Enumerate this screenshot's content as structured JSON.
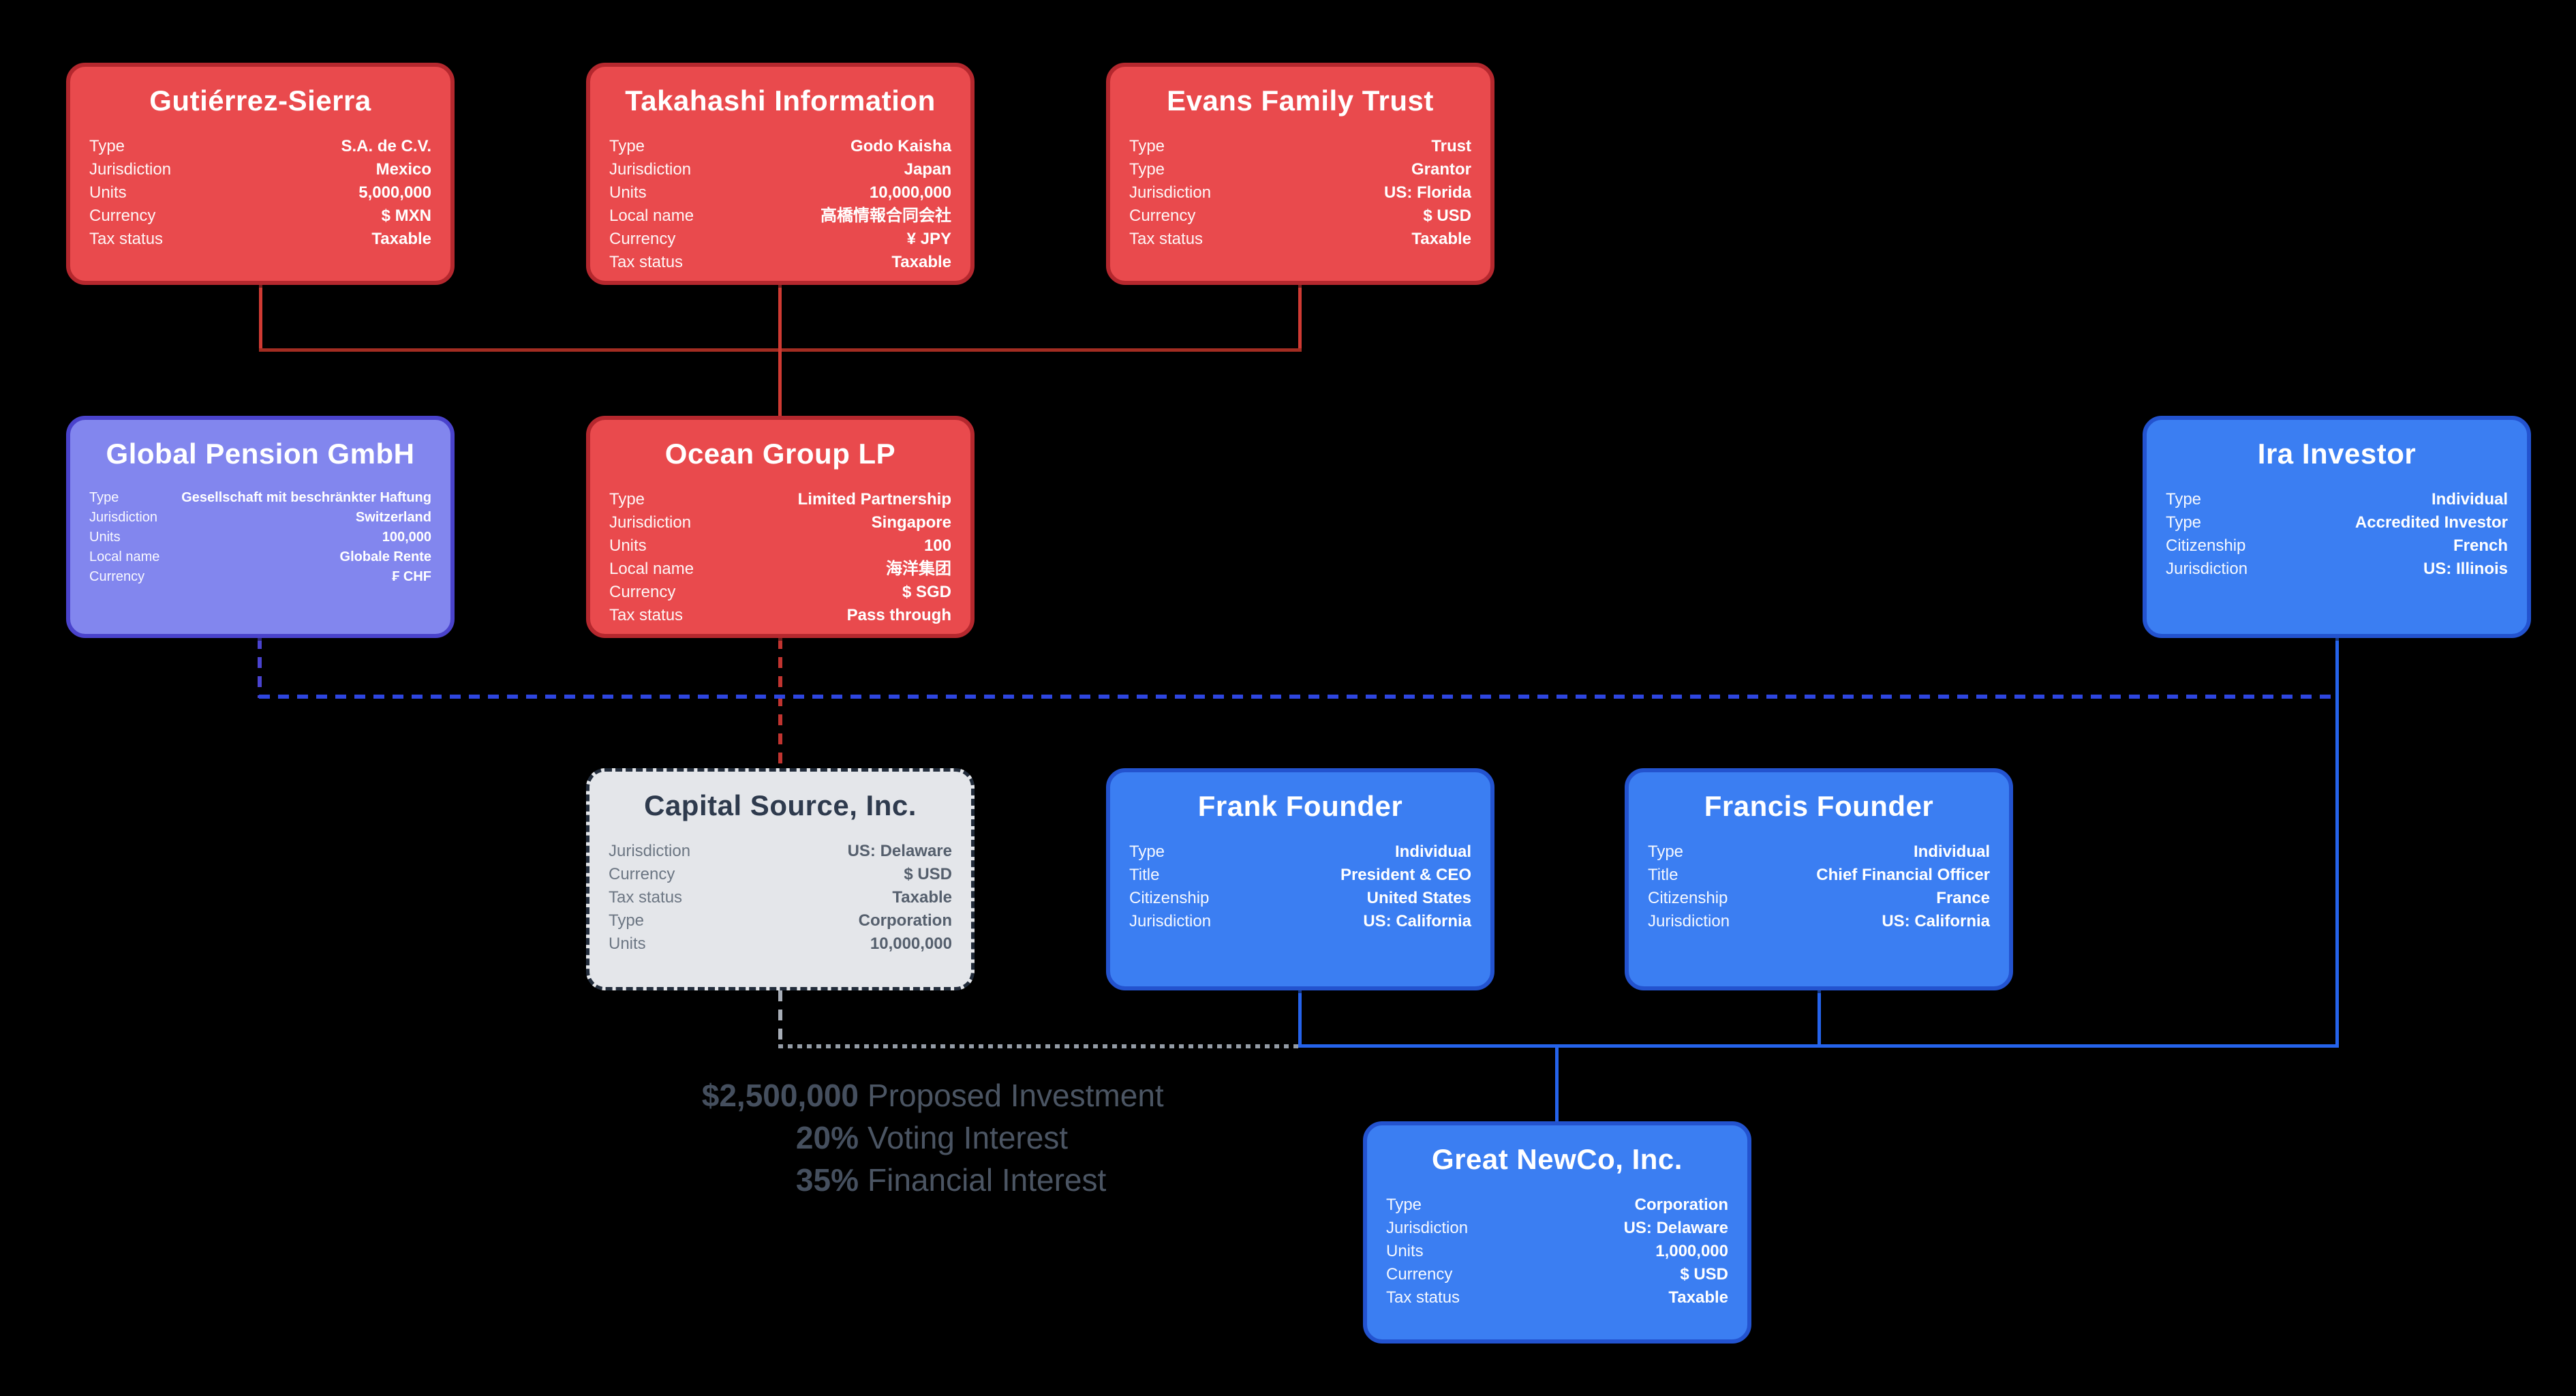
{
  "palette": {
    "background": "#000000",
    "card_red_fill": "#e94a4d",
    "card_red_border": "#b5282e",
    "card_blue_fill": "#3b7ef2",
    "card_blue_border": "#2353cf",
    "card_purple_fill": "#8286ee",
    "card_purple_border": "#4a43cc",
    "card_gray_fill": "#e4e6ea",
    "card_gray_border": "#222c3b",
    "line_red_solid": "#cf3a33",
    "line_red_dark": "#a32d22",
    "line_red_dashed": "#c13430",
    "line_indigo_dashed": "#4a43cf",
    "line_blue_dashed": "#2e46e0",
    "line_blue_solid": "#2563eb",
    "line_gray_dashed": "#a7adb6",
    "line_gray_dotted": "#949ca6",
    "annotation_text": "#475060"
  },
  "cards": {
    "gutierrez": {
      "title": "Gutiérrez-Sierra",
      "rows": [
        {
          "label": "Type",
          "value": "S.A. de C.V."
        },
        {
          "label": "Jurisdiction",
          "value": "Mexico"
        },
        {
          "label": "Units",
          "value": "5,000,000"
        },
        {
          "label": "Currency",
          "value": "$ MXN"
        },
        {
          "label": "Tax status",
          "value": "Taxable"
        }
      ]
    },
    "takahashi": {
      "title": "Takahashi Information",
      "rows": [
        {
          "label": "Type",
          "value": "Godo Kaisha"
        },
        {
          "label": "Jurisdiction",
          "value": "Japan"
        },
        {
          "label": "Units",
          "value": "10,000,000"
        },
        {
          "label": "Local name",
          "value": "高橋情報合同会社"
        },
        {
          "label": "Currency",
          "value": "¥ JPY"
        },
        {
          "label": "Tax status",
          "value": "Taxable"
        }
      ]
    },
    "evans": {
      "title": "Evans Family Trust",
      "rows": [
        {
          "label": "Type",
          "value": "Trust"
        },
        {
          "label": "Type",
          "value": "Grantor"
        },
        {
          "label": "Jurisdiction",
          "value": "US: Florida"
        },
        {
          "label": "Currency",
          "value": "$ USD"
        },
        {
          "label": "Tax status",
          "value": "Taxable"
        }
      ]
    },
    "global_pension": {
      "title": "Global Pension GmbH",
      "rows": [
        {
          "label": "Type",
          "value": "Gesellschaft mit beschränkter Haftung"
        },
        {
          "label": "Jurisdiction",
          "value": "Switzerland"
        },
        {
          "label": "Units",
          "value": "100,000"
        },
        {
          "label": "Local name",
          "value": "Globale Rente"
        },
        {
          "label": "Currency",
          "value": "₣ CHF"
        }
      ]
    },
    "ocean": {
      "title": "Ocean Group LP",
      "rows": [
        {
          "label": "Type",
          "value": "Limited Partnership"
        },
        {
          "label": "Jurisdiction",
          "value": "Singapore"
        },
        {
          "label": "Units",
          "value": "100"
        },
        {
          "label": "Local name",
          "value": "海洋集团"
        },
        {
          "label": "Currency",
          "value": "$ SGD"
        },
        {
          "label": "Tax status",
          "value": "Pass through"
        }
      ]
    },
    "ira": {
      "title": "Ira Investor",
      "rows": [
        {
          "label": "Type",
          "value": "Individual"
        },
        {
          "label": "Type",
          "value": "Accredited Investor"
        },
        {
          "label": "Citizenship",
          "value": "French"
        },
        {
          "label": "Jurisdiction",
          "value": "US: Illinois"
        }
      ]
    },
    "capital_source": {
      "title": "Capital Source, Inc.",
      "rows": [
        {
          "label": "Jurisdiction",
          "value": "US: Delaware"
        },
        {
          "label": "Currency",
          "value": "$ USD"
        },
        {
          "label": "Tax status",
          "value": "Taxable"
        },
        {
          "label": "Type",
          "value": "Corporation"
        },
        {
          "label": "Units",
          "value": "10,000,000"
        }
      ]
    },
    "frank": {
      "title": "Frank Founder",
      "rows": [
        {
          "label": "Type",
          "value": "Individual"
        },
        {
          "label": "Title",
          "value": "President & CEO"
        },
        {
          "label": "Citizenship",
          "value": "United States"
        },
        {
          "label": "Jurisdiction",
          "value": "US: California"
        }
      ]
    },
    "francis": {
      "title": "Francis Founder",
      "rows": [
        {
          "label": "Type",
          "value": "Individual"
        },
        {
          "label": "Title",
          "value": "Chief Financial Officer"
        },
        {
          "label": "Citizenship",
          "value": "France"
        },
        {
          "label": "Jurisdiction",
          "value": "US: California"
        }
      ]
    },
    "newco": {
      "title": "Great NewCo, Inc.",
      "rows": [
        {
          "label": "Type",
          "value": "Corporation"
        },
        {
          "label": "Jurisdiction",
          "value": "US: Delaware"
        },
        {
          "label": "Units",
          "value": "1,000,000"
        },
        {
          "label": "Currency",
          "value": "$ USD"
        },
        {
          "label": "Tax status",
          "value": "Taxable"
        }
      ]
    }
  },
  "annotation": {
    "rows": [
      {
        "num": "$2,500,000",
        "label": "Proposed Investment"
      },
      {
        "num": "20%",
        "label": "Voting Interest"
      },
      {
        "num": "35%",
        "label": "Financial Interest"
      }
    ]
  }
}
